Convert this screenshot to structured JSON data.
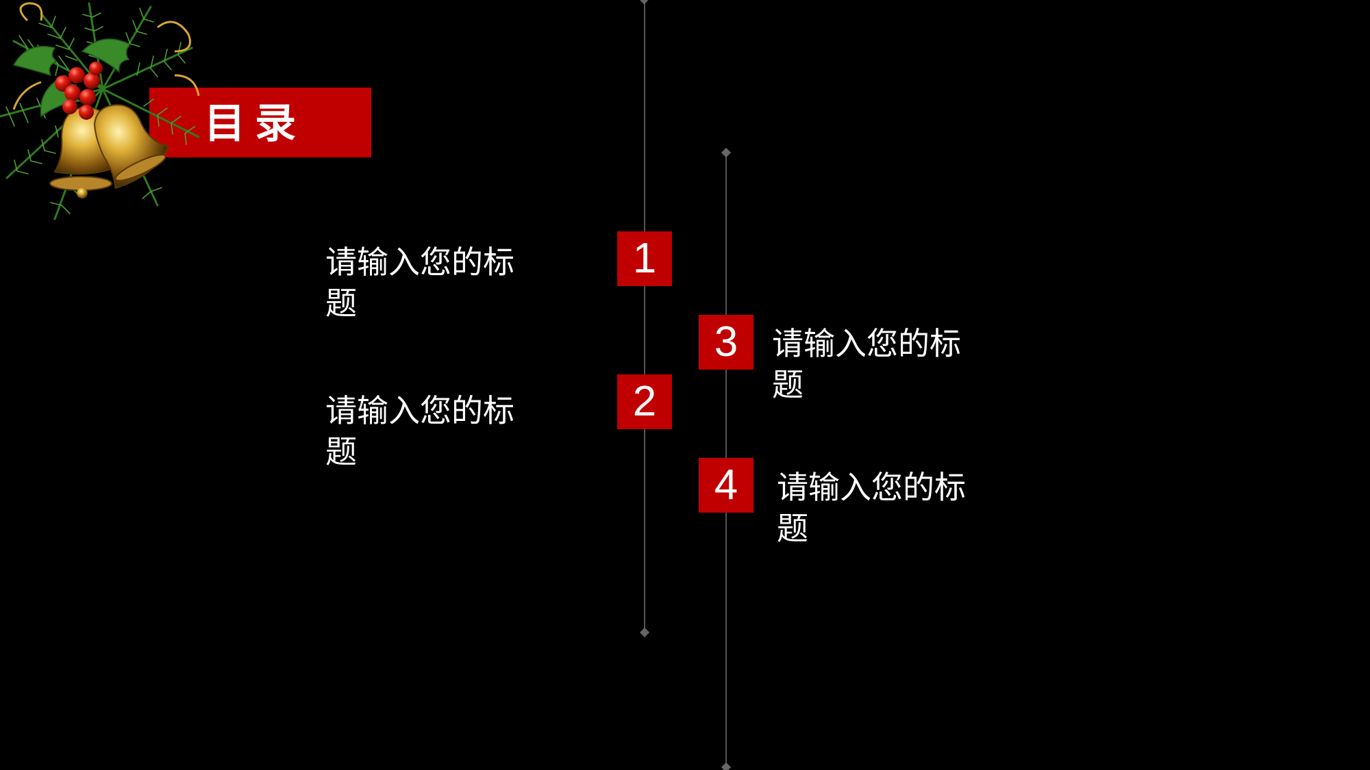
{
  "slide": {
    "title": "目录",
    "background_color": "#000000",
    "accent_color": "#c00000",
    "decoration": "christmas-bells-holly-icon"
  },
  "items": [
    {
      "number": "1",
      "label": "请输入您的标题"
    },
    {
      "number": "2",
      "label": "请输入您的标题"
    },
    {
      "number": "3",
      "label": "请输入您的标题"
    },
    {
      "number": "4",
      "label": "请输入您的标题"
    }
  ]
}
